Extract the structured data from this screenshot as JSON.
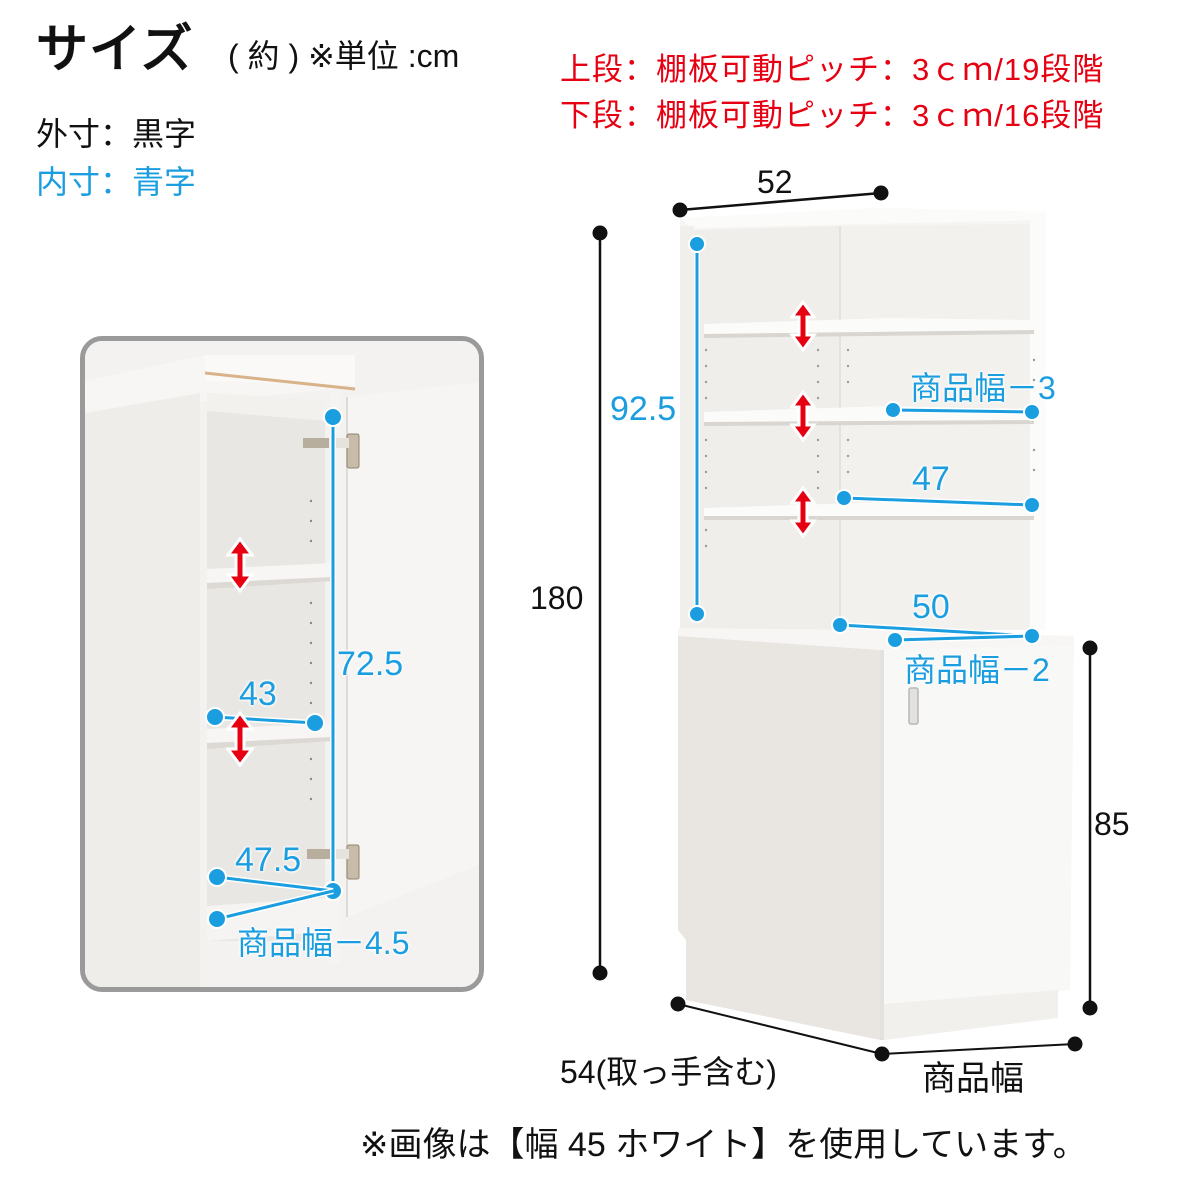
{
  "header": {
    "title": "サイズ",
    "subtitle": "( 約 ) ※単位 :cm",
    "legend": {
      "outer": "外寸：黒字",
      "inner": "内寸：青字"
    },
    "pitch": {
      "upper": "上段：棚板可動ピッチ：3ｃｍ/19段階",
      "lower": "下段：棚板可動ピッチ：3ｃｍ/16段階"
    }
  },
  "colors": {
    "outer_dimension": "#111111",
    "inner_dimension": "#1a9ee0",
    "pitch_text": "#e60012",
    "inset_border": "#9a9a9a",
    "furniture": "#f4f3f1"
  },
  "inset_diagram": {
    "dimensions": {
      "inner_height": "72.5",
      "shelf_depth": "43",
      "bottom_depth": "47.5",
      "inner_width": "商品幅－4.5"
    }
  },
  "main_diagram": {
    "outer_dimensions": {
      "top_depth": "52",
      "total_height": "180",
      "lower_height": "85",
      "bottom_depth": "54(取っ手含む)",
      "width": "商品幅"
    },
    "inner_dimensions": {
      "upper_height": "92.5",
      "upper_inner_width": "商品幅－3",
      "shelf_depth": "47",
      "counter_depth": "50",
      "lower_inner_width": "商品幅－2"
    }
  },
  "footnote": "※画像は【幅 45 ホワイト】を使用しています。"
}
